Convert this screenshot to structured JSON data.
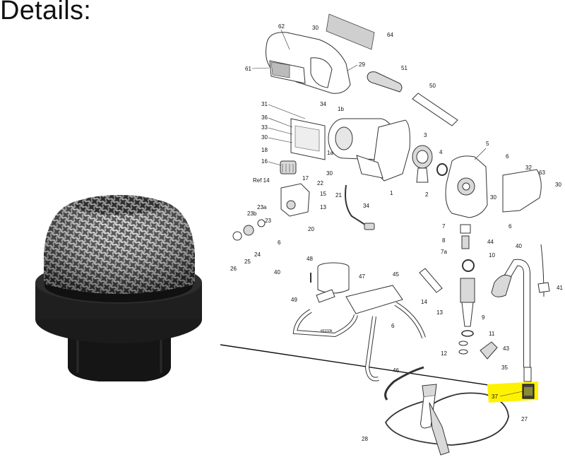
{
  "heading": "Details:",
  "figure_code": "ti6150b",
  "highlight_color": "#fff200",
  "highlighted_part": "37",
  "callouts": {
    "c62": "62",
    "c64": "64",
    "c30a": "30",
    "c61": "61",
    "c29": "29",
    "c51": "51",
    "c50": "50",
    "c31": "31",
    "c34a": "34",
    "c1b": "1b",
    "c36": "36",
    "c33": "33",
    "c30b": "30",
    "c3": "3",
    "c18": "18",
    "c1a": "1a",
    "c16": "16",
    "c4": "4",
    "c5": "5",
    "c6a": "6",
    "c32": "32",
    "c63": "63",
    "c30c": "30",
    "c30d": "30",
    "c17": "17",
    "cref14": "Ref 14",
    "c22": "22",
    "c21": "21",
    "c15": "15",
    "c2": "2",
    "c1": "1",
    "c23a": "23a",
    "c13a": "13",
    "c34b": "34",
    "c30e": "30",
    "c23b": "23b",
    "c23": "23",
    "c20": "20",
    "c7": "7",
    "c6b": "6",
    "c8": "8",
    "c44": "44",
    "c6c": "6",
    "c24": "24",
    "c25": "25",
    "c26": "26",
    "c40a": "40",
    "c7a": "7a",
    "c10": "10",
    "c40b": "40",
    "c48": "48",
    "c47": "47",
    "c45": "45",
    "c41": "41",
    "c49": "49",
    "c14": "14",
    "c13b": "13",
    "c9": "9",
    "c6d": "6",
    "c11": "11",
    "c12": "12",
    "c43": "43",
    "c35": "35",
    "c46": "46",
    "c37": "37",
    "c28": "28",
    "c27": "27"
  }
}
